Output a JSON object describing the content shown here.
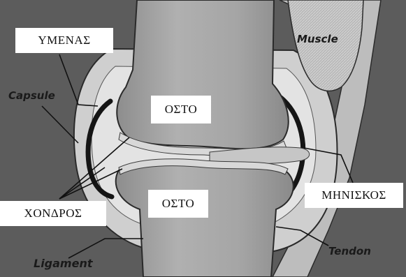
{
  "labels": {
    "hymenas": "ΥΜΕΝΑΣ",
    "bone_upper": "ΟΣΤΟ",
    "bone_lower": "ΟΣΤΟ",
    "meniskos": "ΜΗΝΙΣΚΟΣ",
    "chondros": "ΧΟΝΔΡΟΣ",
    "capsule": "Capsule",
    "muscle": "Muscle",
    "ligament": "Ligament",
    "tendon": "Tendon"
  },
  "colors": {
    "background": "#5c5c5c",
    "bone": "#a7a7a7",
    "capsule": "#cfcfcf",
    "synovial_membrane": "#1a1a1a",
    "cartilage": "#d4d4d4",
    "muscle": "#b9b9b9"
  }
}
